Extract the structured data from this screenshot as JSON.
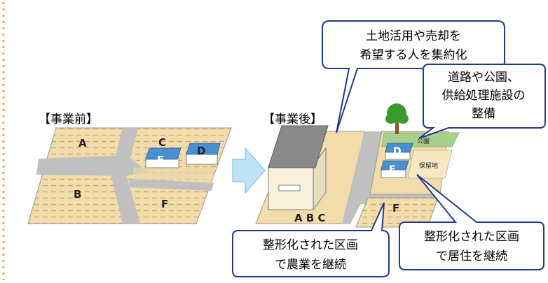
{
  "before": {
    "heading": "【事業前】",
    "plots": {
      "a": "A",
      "b": "B",
      "c": "C",
      "d": "D",
      "e": "E",
      "f": "F"
    }
  },
  "after": {
    "heading": "【事業後】",
    "plots": {
      "abc": "A B C",
      "d": "D",
      "e": "E",
      "f": "F"
    },
    "park_label": "公園",
    "reserve_label": "保留地"
  },
  "callouts": {
    "consolidate": [
      "土地活用や売却を",
      "希望する人を集約化"
    ],
    "infrastructure": [
      "道路や公園、",
      "供給処理施設の",
      "整備"
    ],
    "farming": [
      "整形化された区画",
      "で農業を継続"
    ],
    "residence": [
      "整形化された区画",
      "で居住を継続"
    ]
  },
  "colors": {
    "field": "#f2dcaa",
    "field_lines": "#c3a778",
    "road": "#c0c0c0",
    "house_roof": "#4a90d0",
    "building_roof": "#8a8a8a",
    "building_wall": "#f7f0da",
    "arrow": "#bfe2f6",
    "callout_border": "#233a86",
    "park": "#a8d08d",
    "tree": "#3b9a2e",
    "trunk": "#8b5a2b",
    "dots": "#f0a040"
  },
  "icons": [
    "arrow-right-icon",
    "tree-icon",
    "house-icon",
    "building-icon"
  ]
}
